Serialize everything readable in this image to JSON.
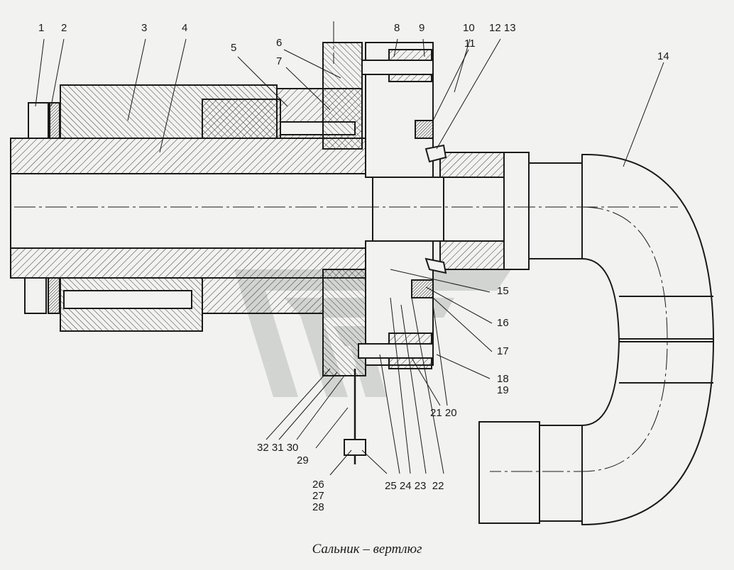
{
  "caption": "Сальник – вертлюг",
  "callouts": {
    "c1": "1",
    "c2": "2",
    "c3": "3",
    "c4": "4",
    "c5": "5",
    "c6": "6",
    "c7": "7",
    "c8": "8",
    "c9": "9",
    "c10": "10",
    "c11": "11",
    "c12_13": "12 13",
    "c14": "14",
    "c15": "15",
    "c16": "16",
    "c17": "17",
    "c18_19": "18\n19",
    "c21_20": "21 20",
    "c32_31_30": "32 31 30",
    "c29": "29",
    "c26_27_28": "26\n27\n28",
    "c25_24_23_22": "25 24 23  22"
  },
  "colors": {
    "line": "#1a1a1a",
    "paper": "#f2f2f0",
    "watermark": "#c9cdca",
    "hatch": "#333333"
  }
}
